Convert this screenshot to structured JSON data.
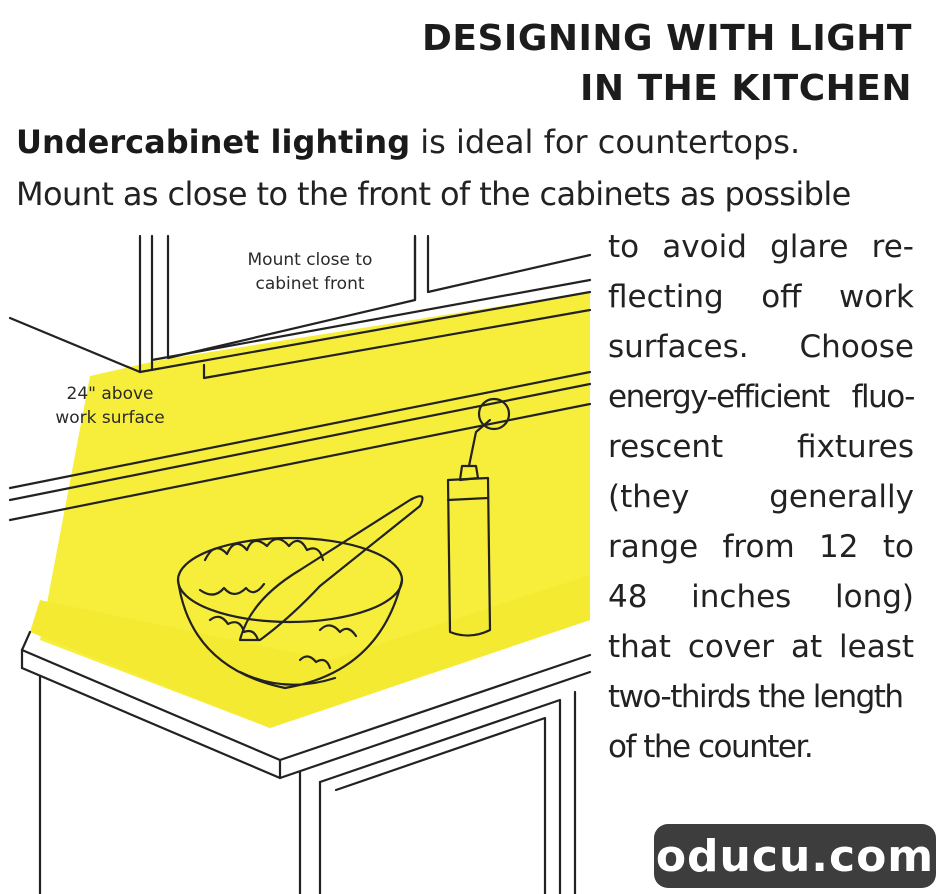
{
  "heading": {
    "line1": "DESIGNING WITH LIGHT",
    "line2": "IN THE KITCHEN"
  },
  "intro": {
    "bold": "Undercabinet lighting",
    "rest1": " is ideal for countertops.",
    "line2": "Mount as close to the front of the cabinets as possible"
  },
  "body_lines": [
    "to avoid glare re-",
    "flecting off work",
    "surfaces. Choose",
    "energy-efficient fluo-",
    "rescent fixtures",
    "(they generally",
    "range from 12 to",
    "48 inches long)",
    "that cover at least",
    "two-thirds the length",
    "of the counter."
  ],
  "labels": {
    "mount_line1": "Mount close to",
    "mount_line2": "cabinet front",
    "height_line1": "24\" above",
    "height_line2": "work surface"
  },
  "watermark": "oducu.com",
  "colors": {
    "light": "#f7ee3c",
    "ink": "#1c1c1c",
    "watermark_bg": "#3d3d3d"
  }
}
